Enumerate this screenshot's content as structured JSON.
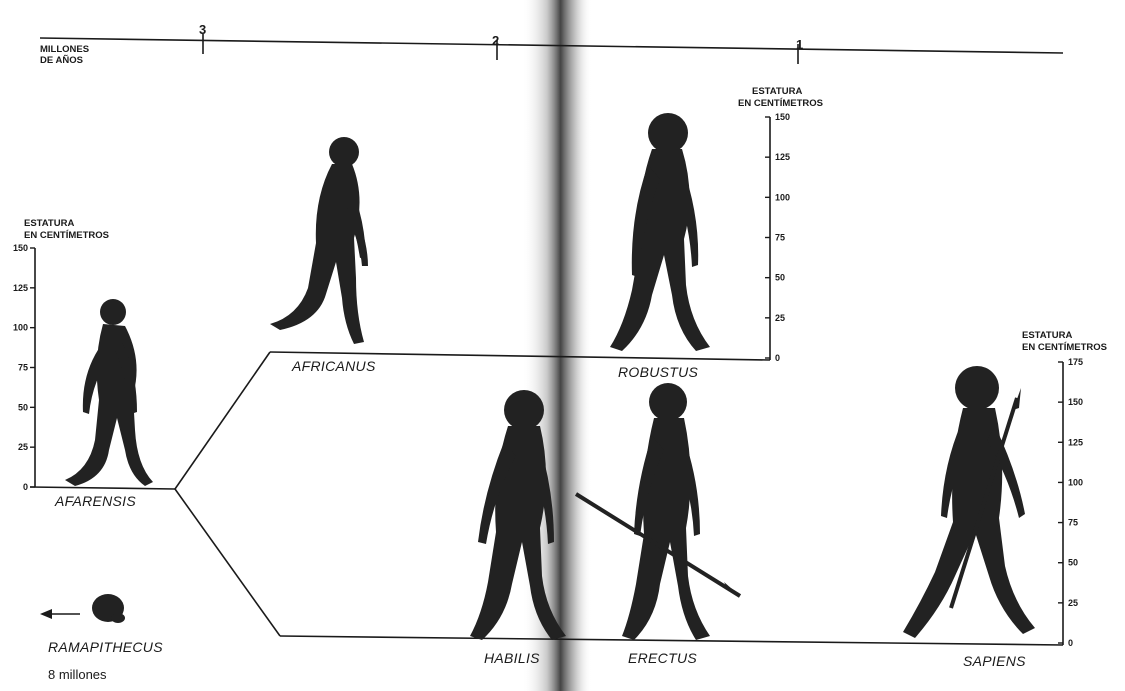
{
  "timeline": {
    "label_line1": "MILLONES",
    "label_line2": "DE AÑOS",
    "ticks": [
      "3",
      "2",
      "1"
    ]
  },
  "scales": {
    "title_line1": "ESTATURA",
    "title_line2": "EN CENTÍMETROS",
    "left": [
      "150",
      "125",
      "100",
      "75",
      "50",
      "25",
      "0"
    ],
    "mid": [
      "150",
      "125",
      "100",
      "75",
      "50",
      "25",
      "0"
    ],
    "right": [
      "175",
      "150",
      "125",
      "100",
      "75",
      "50",
      "25",
      "0"
    ]
  },
  "species": {
    "afarensis": "AFARENSIS",
    "africanus": "AFRICANUS",
    "robustus": "ROBUSTUS",
    "habilis": "HABILIS",
    "erectus": "ERECTUS",
    "sapiens": "SAPIENS",
    "ramapithecus": "RAMAPITHECUS",
    "ramapithecus_age": "8 millones"
  },
  "colors": {
    "ink": "#1a1a1a",
    "figure": "#222222",
    "gutter": "#555555"
  }
}
